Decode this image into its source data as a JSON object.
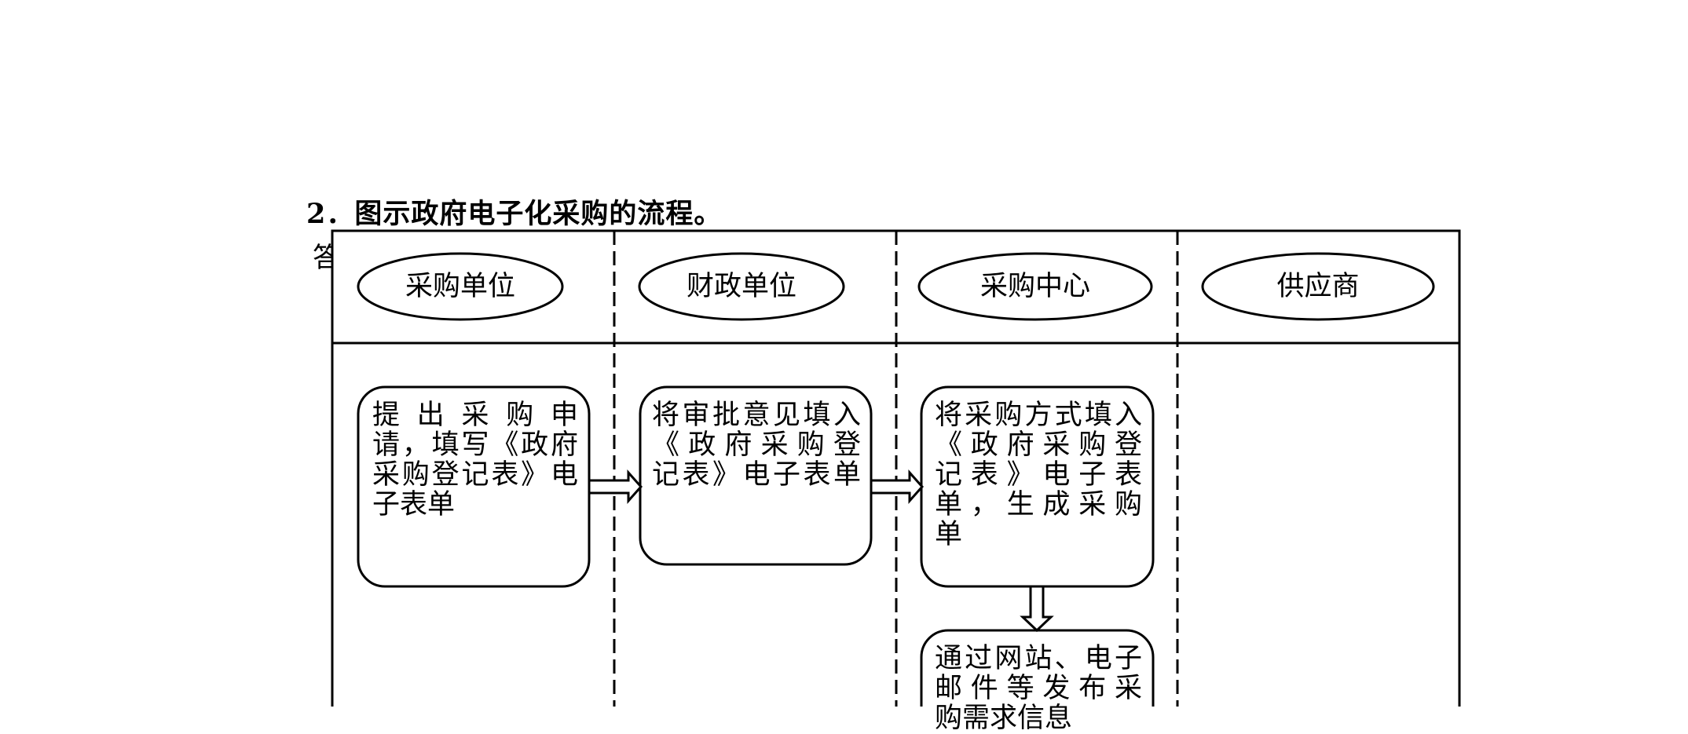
{
  "question": "2．图示政府电子化采购的流程。",
  "answer_prefix": "答",
  "lanes": [
    {
      "label": "采购单位"
    },
    {
      "label": "财政单位"
    },
    {
      "label": "采购中心"
    },
    {
      "label": "供应商"
    }
  ],
  "boxes": {
    "box1": {
      "lines": [
        "提 出 采 购 申",
        "请，填写《政府",
        "采购登记表》电",
        "子表单"
      ]
    },
    "box2": {
      "lines": [
        "将审批意见填入",
        "《政府采购登",
        "记表》电子表单"
      ]
    },
    "box3": {
      "lines": [
        "将采购方式填入",
        "《政府采购登",
        "记表》电子表",
        "单，生成采购",
        "单"
      ]
    },
    "box4": {
      "lines": [
        "通过网站、电子",
        "邮件等发布采",
        "购需求信息"
      ]
    }
  }
}
